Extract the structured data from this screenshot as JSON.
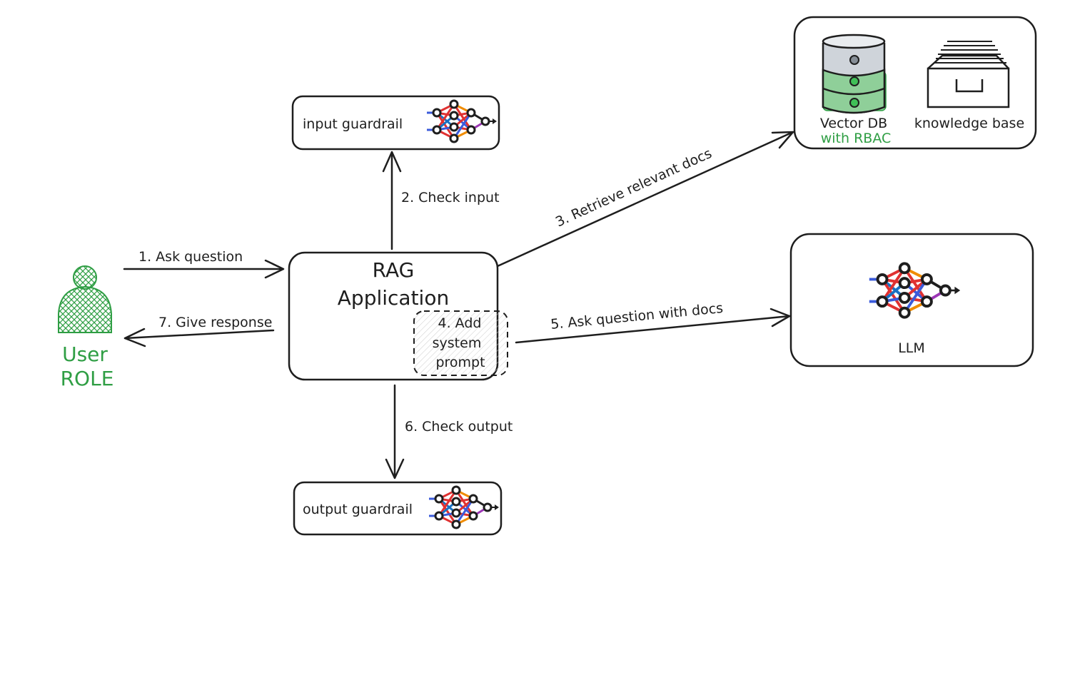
{
  "colors": {
    "ink": "#1e1e1e",
    "green": "#2f9e44",
    "green_fill": "#8fcf99"
  },
  "user": {
    "line1": "User",
    "line2": "ROLE"
  },
  "rag_app": {
    "line1": "RAG",
    "line2": "Application"
  },
  "system_prompt": {
    "line1": "4. Add",
    "line2": "system",
    "line3": "prompt"
  },
  "input_guardrail": {
    "label": "input guardrail"
  },
  "output_guardrail": {
    "label": "output guardrail"
  },
  "vector_db": {
    "label": "Vector DB",
    "sublabel": "with RBAC"
  },
  "knowledge_base": {
    "label": "knowledge base"
  },
  "llm": {
    "label": "LLM"
  },
  "steps": {
    "ask_question": "1. Ask question",
    "check_input": "2. Check input",
    "retrieve_docs": "3. Retrieve relevant docs",
    "ask_with_docs": "5. Ask question with docs",
    "check_output": "6. Check output",
    "give_response": "7. Give response"
  },
  "icons": [
    "user-icon",
    "database-icon",
    "file-cabinet-icon",
    "neural-network-icon"
  ]
}
